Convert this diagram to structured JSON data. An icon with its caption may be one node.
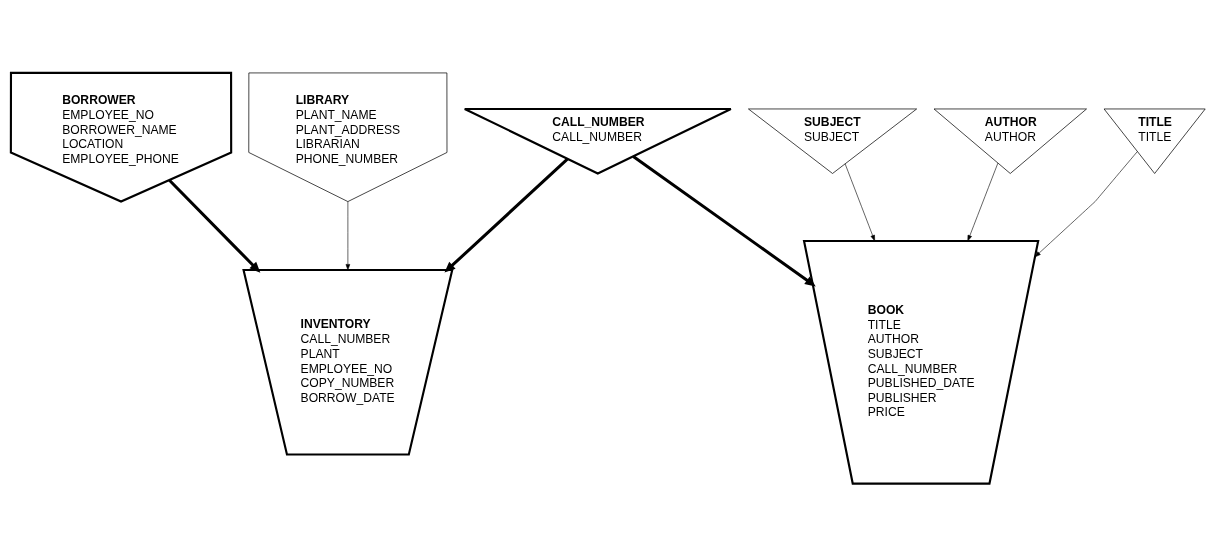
{
  "diagram": {
    "nodes": [
      {
        "text": [
          "BORROWER",
          "EMPLOYEE_NO",
          "BORROWER_NAME",
          "LOCATION",
          "EMPLOYEE_PHONE"
        ]
      },
      {
        "text": [
          "LIBRARY",
          "PLANT_NAME",
          "PLANT_ADDRESS",
          "LIBRARIAN",
          "PHONE_NUMBER"
        ]
      },
      {
        "text": [
          "CALL_NUMBER",
          "CALL_NUMBER"
        ]
      },
      {
        "text": [
          "SUBJECT",
          "SUBJECT"
        ]
      },
      {
        "text": [
          "AUTHOR",
          "AUTHOR"
        ]
      },
      {
        "text": [
          "TITLE",
          "TITLE"
        ]
      },
      {
        "text": [
          "INVENTORY",
          "CALL_NUMBER",
          "PLANT",
          "EMPLOYEE_NO",
          "COPY_NUMBER",
          "BORROW_DATE"
        ]
      },
      {
        "text": [
          "BOOK",
          "TITLE",
          "AUTHOR",
          "SUBJECT",
          "CALL_NUMBER",
          "PUBLISHED_DATE",
          "PUBLISHER",
          "PRICE"
        ]
      }
    ],
    "edges": [
      {
        "from": 2,
        "to": 6,
        "arrow": "to",
        "style": "thick"
      },
      {
        "from": 1,
        "to": 6,
        "arrow": "to"
      },
      {
        "from": 0,
        "to": 6,
        "arrow": "to",
        "style": "thick"
      },
      {
        "from": 5,
        "to": 7,
        "arrow": "to"
      },
      {
        "from": 4,
        "to": 7,
        "arrow": "to"
      },
      {
        "from": 3,
        "to": 7,
        "arrow": "to"
      },
      {
        "from": 2,
        "to": 7,
        "arrow": "to",
        "style": "thick"
      }
    ]
  }
}
